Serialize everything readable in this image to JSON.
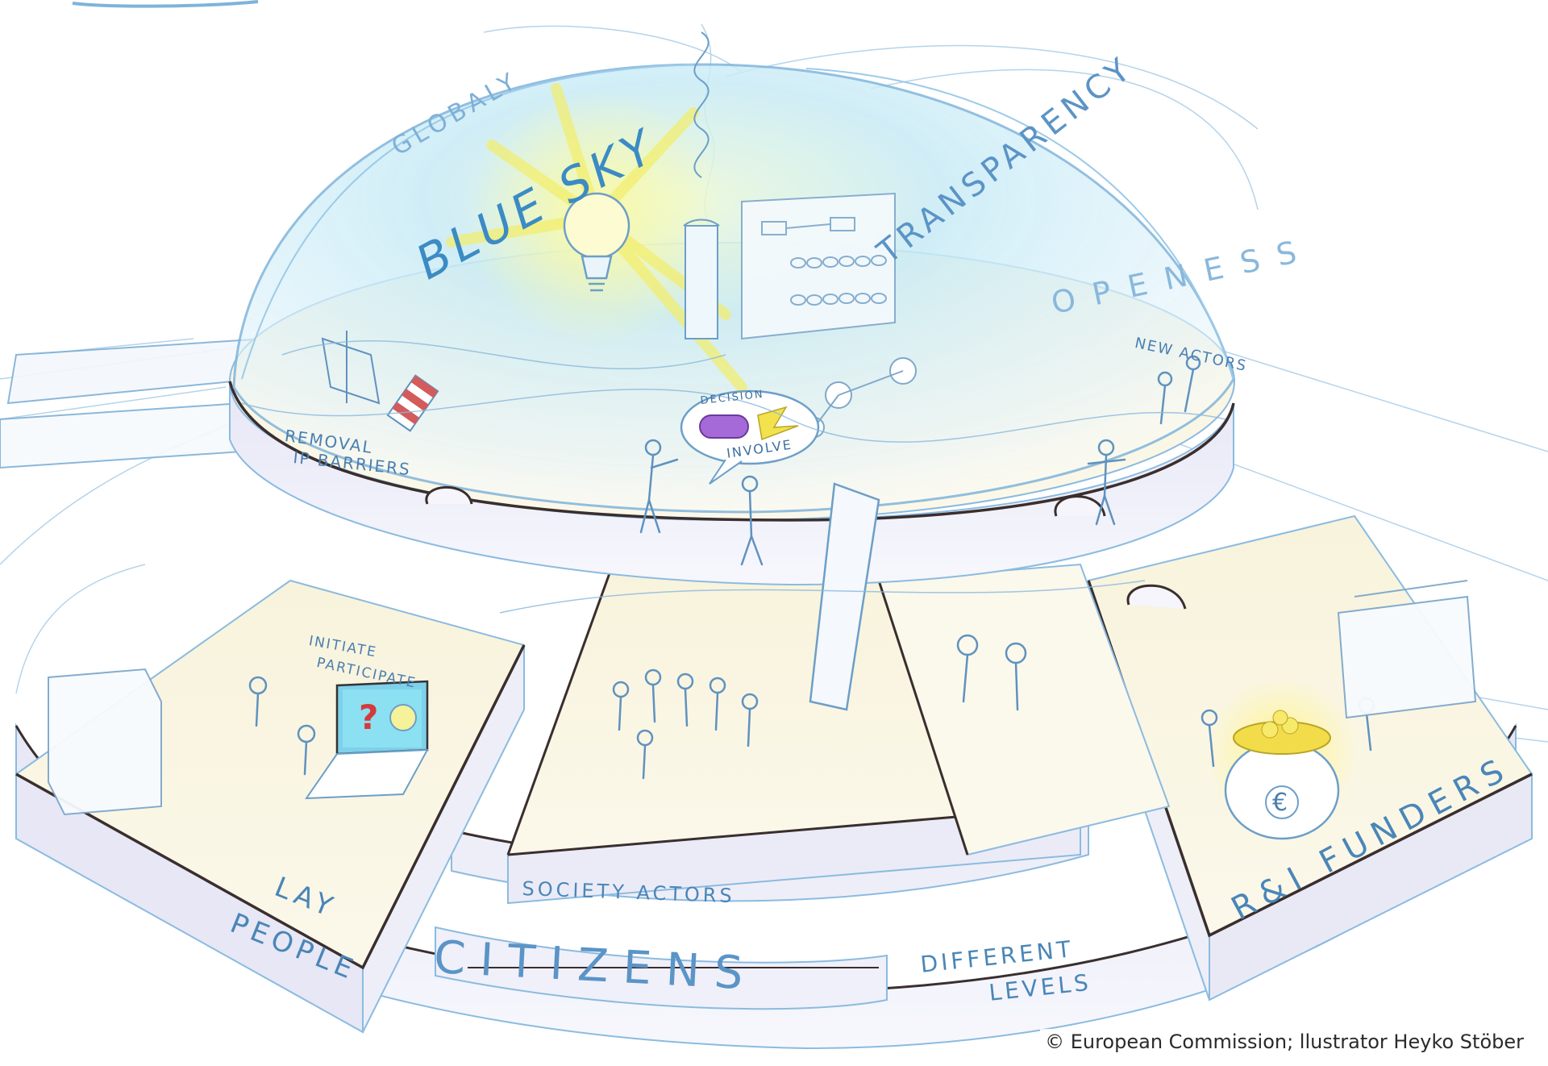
{
  "labels": {
    "blue_sky": "BLUE SKY",
    "globaly": "GLOBALY",
    "transparency": "TRANSPARENCY",
    "openess": "OPENESS",
    "new_actors": "NEW ACTORS",
    "removal_line1": "REMOVAL",
    "removal_line2": "IP BARRIERS",
    "decision": "DECISION",
    "involve": "INVOLVE",
    "initiate": "INITIATE",
    "participate": "PARTICIPATE",
    "lay": "LAY",
    "people": "PEOPLE",
    "society_actors": "SOCIETY ACTORS",
    "citizens": "CITIZENS",
    "different": "DIFFERENT",
    "levels": "LEVELS",
    "ri_funders": "R&I FUNDERS",
    "euro_symbol": "€",
    "question_mark": "?"
  },
  "credit": "© European Commission; llustrator Heyko Stöber",
  "colors": {
    "sketch_blue": "#5b94c6",
    "dark_outline": "#3a2e2e",
    "dome_fill": "#bfe3f5",
    "sun_yellow": "#f3f28a",
    "platform_cream": "#f4efd6",
    "side_lavender": "#dcdcf0",
    "purple_accent": "#9b5bc9"
  }
}
